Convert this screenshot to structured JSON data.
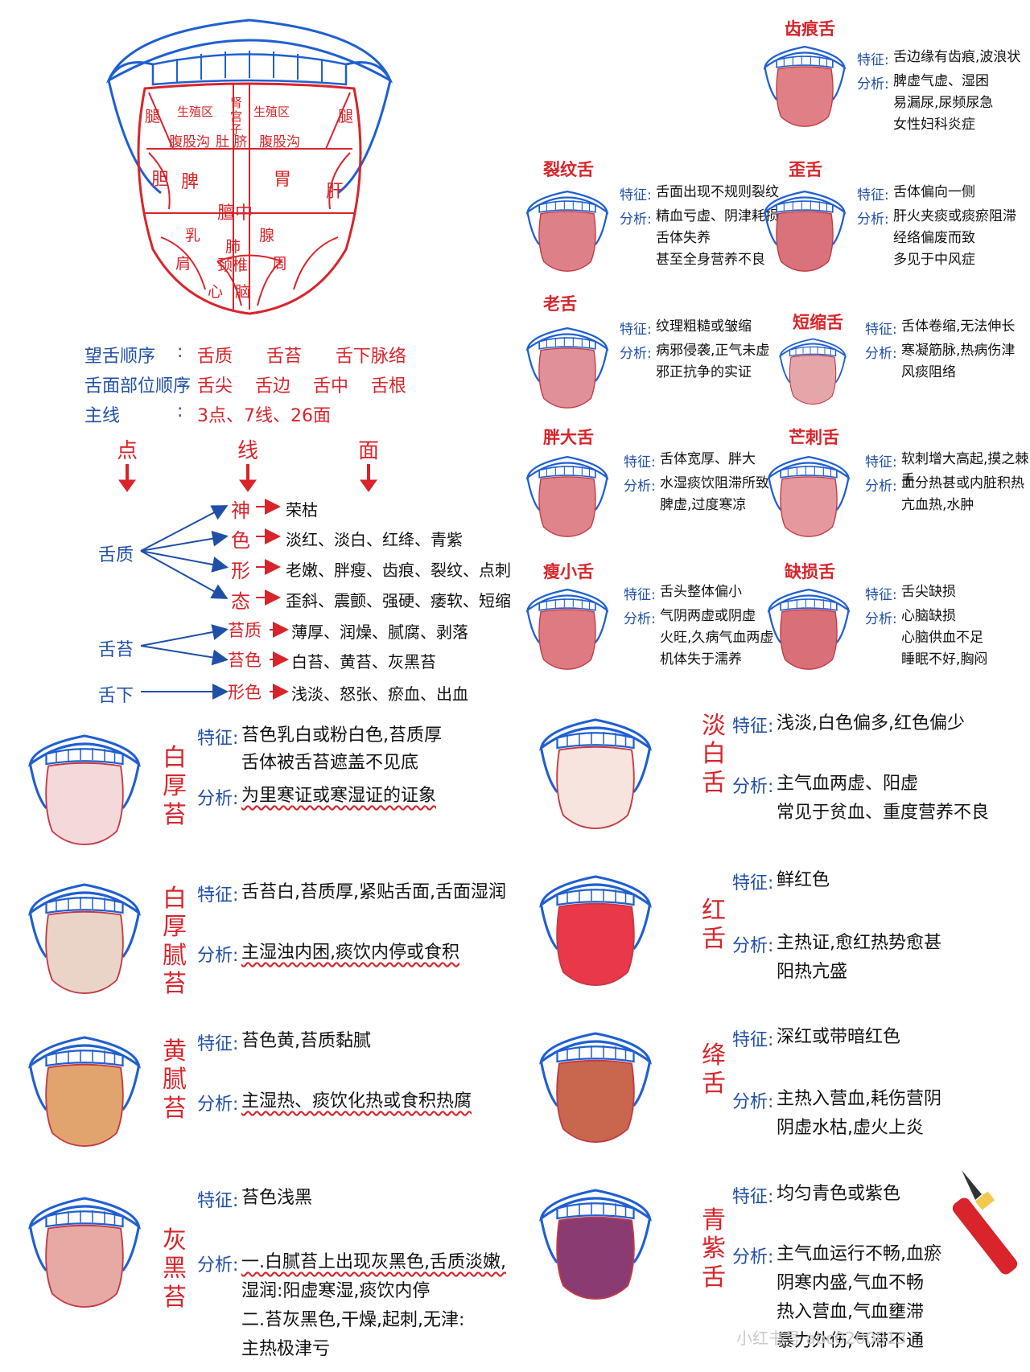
{
  "tongue_map": {
    "labels": {
      "tui_l": "腿",
      "shengzhi_l": "生殖区",
      "shen_gong": "肾\n宫\n子",
      "shengzhi_r": "生殖区",
      "tui_r": "腿",
      "fugugou_l": "腹股沟",
      "gan_shen": "肚 脐",
      "fugugou_r": "腹股沟",
      "dan": "胆",
      "pi": "脾",
      "wei": "胃",
      "gan": "肝",
      "danzhong": "膻中",
      "ru": "乳",
      "fei": "肺",
      "xian": "腺",
      "jian": "肩",
      "jingzhui": "颈椎",
      "zhou": "周",
      "xin": "心",
      "nao": "脑"
    }
  },
  "summary": {
    "order_label": "望舌顺序",
    "order_values": "舌质      舌苔      舌下脉络",
    "part_label": "舌面部位顺序",
    "part_values": "舌尖    舌边    舌中    舌根",
    "main_label": "主线",
    "main_values": "3点、7线、26面",
    "colon": ":"
  },
  "categories": {
    "dian": "点",
    "xian": "线",
    "mian": "面"
  },
  "tree": {
    "shezhi": "舌质",
    "shetai": "舌苔",
    "shexia": "舌下",
    "shen": "神",
    "shen_d": "荣枯",
    "se": "色",
    "se_d": "淡红、淡白、红绛、青紫",
    "xing": "形",
    "xing_d": "老嫩、胖瘦、齿痕、裂纹、点刺",
    "tai": "态",
    "tai_d": "歪斜、震颤、强硬、痿软、短缩",
    "taizhi": "苔质",
    "taizhi_d": "薄厚、润燥、腻腐、剥落",
    "taise": "苔色",
    "taise_d": "白苔、黄苔、灰黑苔",
    "xingse": "形色",
    "xingse_d": "浅淡、怒张、瘀血、出血"
  },
  "labels": {
    "feature": "特征:",
    "analysis": "分析:"
  },
  "cards": [
    {
      "title": "齿痕舌",
      "feature": "舌边缘有齿痕,波浪状",
      "analysis": [
        "脾虚气虚、湿困",
        "易漏尿,尿频尿急",
        "女性妇科炎症"
      ],
      "fill": "#e07f86"
    },
    {
      "title": "裂纹舌",
      "feature": "舌面出现不规则裂纹",
      "analysis": [
        "精血亏虚、阴津耗损",
        "舌体失养",
        "甚至全身营养不良"
      ],
      "fill": "#de8087"
    },
    {
      "title": "歪舌",
      "feature": "舌体偏向一侧",
      "analysis": [
        "肝火夹痰或痰瘀阻滞",
        "经络偏废而致",
        "多见于中风症"
      ],
      "fill": "#d9727a"
    },
    {
      "title": "老舌",
      "feature": "纹理粗糙或皱缩",
      "analysis": [
        "病邪侵袭,正气未虚",
        "邪正抗争的实证"
      ],
      "fill": "#e09098"
    },
    {
      "title": "短缩舌",
      "feature": "舌体卷缩,无法伸长",
      "analysis": [
        "寒凝筋脉,热病伤津",
        "风痰阻络"
      ],
      "fill": "#e5a6aa"
    },
    {
      "title": "胖大舌",
      "feature": "舌体宽厚、胖大",
      "analysis": [
        "水湿痰饮阻滞所致",
        "脾虚,过度寒凉"
      ],
      "fill": "#e0848b"
    },
    {
      "title": "芒刺舌",
      "feature": "软刺增大高起,摸之棘手",
      "analysis": [
        "血分热甚或内脏积热",
        "亢血热,水肿"
      ],
      "fill": "#e5989d"
    },
    {
      "title": "瘦小舌",
      "feature": "舌头整体偏小",
      "analysis": [
        "气阴两虚或阴虚",
        "火旺,久病气血两虚",
        "机体失于濡养"
      ],
      "fill": "#de7a82"
    },
    {
      "title": "缺损舌",
      "feature": "舌尖缺损",
      "analysis": [
        "心脑缺损",
        "心脑供血不足",
        "睡眠不好,胸闷"
      ],
      "fill": "#d97078"
    }
  ],
  "big": [
    {
      "title": "白厚苔",
      "feature": [
        "苔色乳白或粉白色,苔质厚",
        "舌体被舌苔遮盖不见底"
      ],
      "analysis": [
        "为里寒证或寒湿证的证象"
      ],
      "fill": "#f4d9db"
    },
    {
      "title": "白厚腻苔",
      "feature": [
        "舌苔白,苔质厚,紧贴舌面,舌面湿润"
      ],
      "analysis": [
        "主湿浊内困,痰饮内停或食积"
      ],
      "fill": "#ead4c8"
    },
    {
      "title": "黄腻苔",
      "feature": [
        "苔色黄,苔质黏腻"
      ],
      "analysis": [
        "主湿热、痰饮化热或食积热腐"
      ],
      "fill": "#e2a46e"
    },
    {
      "title": "灰黑苔",
      "feature": [
        "苔色浅黑"
      ],
      "analysis": [
        "一.白腻苔上出现灰黑色,舌质淡嫩,",
        "湿润:阳虚寒湿,痰饮内停",
        "二.苔灰黑色,干燥,起刺,无津:",
        "主热极津亏"
      ],
      "fill": "#e6a9a4"
    },
    {
      "title": "淡白舌",
      "feature": [
        "浅淡,白色偏多,红色偏少"
      ],
      "analysis": [
        "主气血两虚、阳虚",
        "常见于贫血、重度营养不良"
      ],
      "fill": "#f8e4de"
    },
    {
      "title": "红舌",
      "feature": [
        "鲜红色"
      ],
      "analysis": [
        "主热证,愈红热势愈甚",
        "阳热亢盛"
      ],
      "fill": "#e8384a"
    },
    {
      "title": "绛舌",
      "feature": [
        "深红或带暗红色"
      ],
      "analysis": [
        "主热入营血,耗伤营阴",
        "阴虚水枯,虚火上炎"
      ],
      "fill": "#c8674e"
    },
    {
      "title": "青紫舌",
      "feature": [
        "均匀青色或紫色"
      ],
      "analysis": [
        "主气血运行不畅,血瘀",
        "阴寒内盛,气血不畅",
        "热入营血,气血壅滞",
        "暴力外伤,气滞不通"
      ],
      "fill": "#8a3c72"
    }
  ],
  "watermark": "小红书号 abc0200813",
  "colors": {
    "red": "#d8242a",
    "blue": "#1f4fa6",
    "lip": "#1f5fd1"
  }
}
